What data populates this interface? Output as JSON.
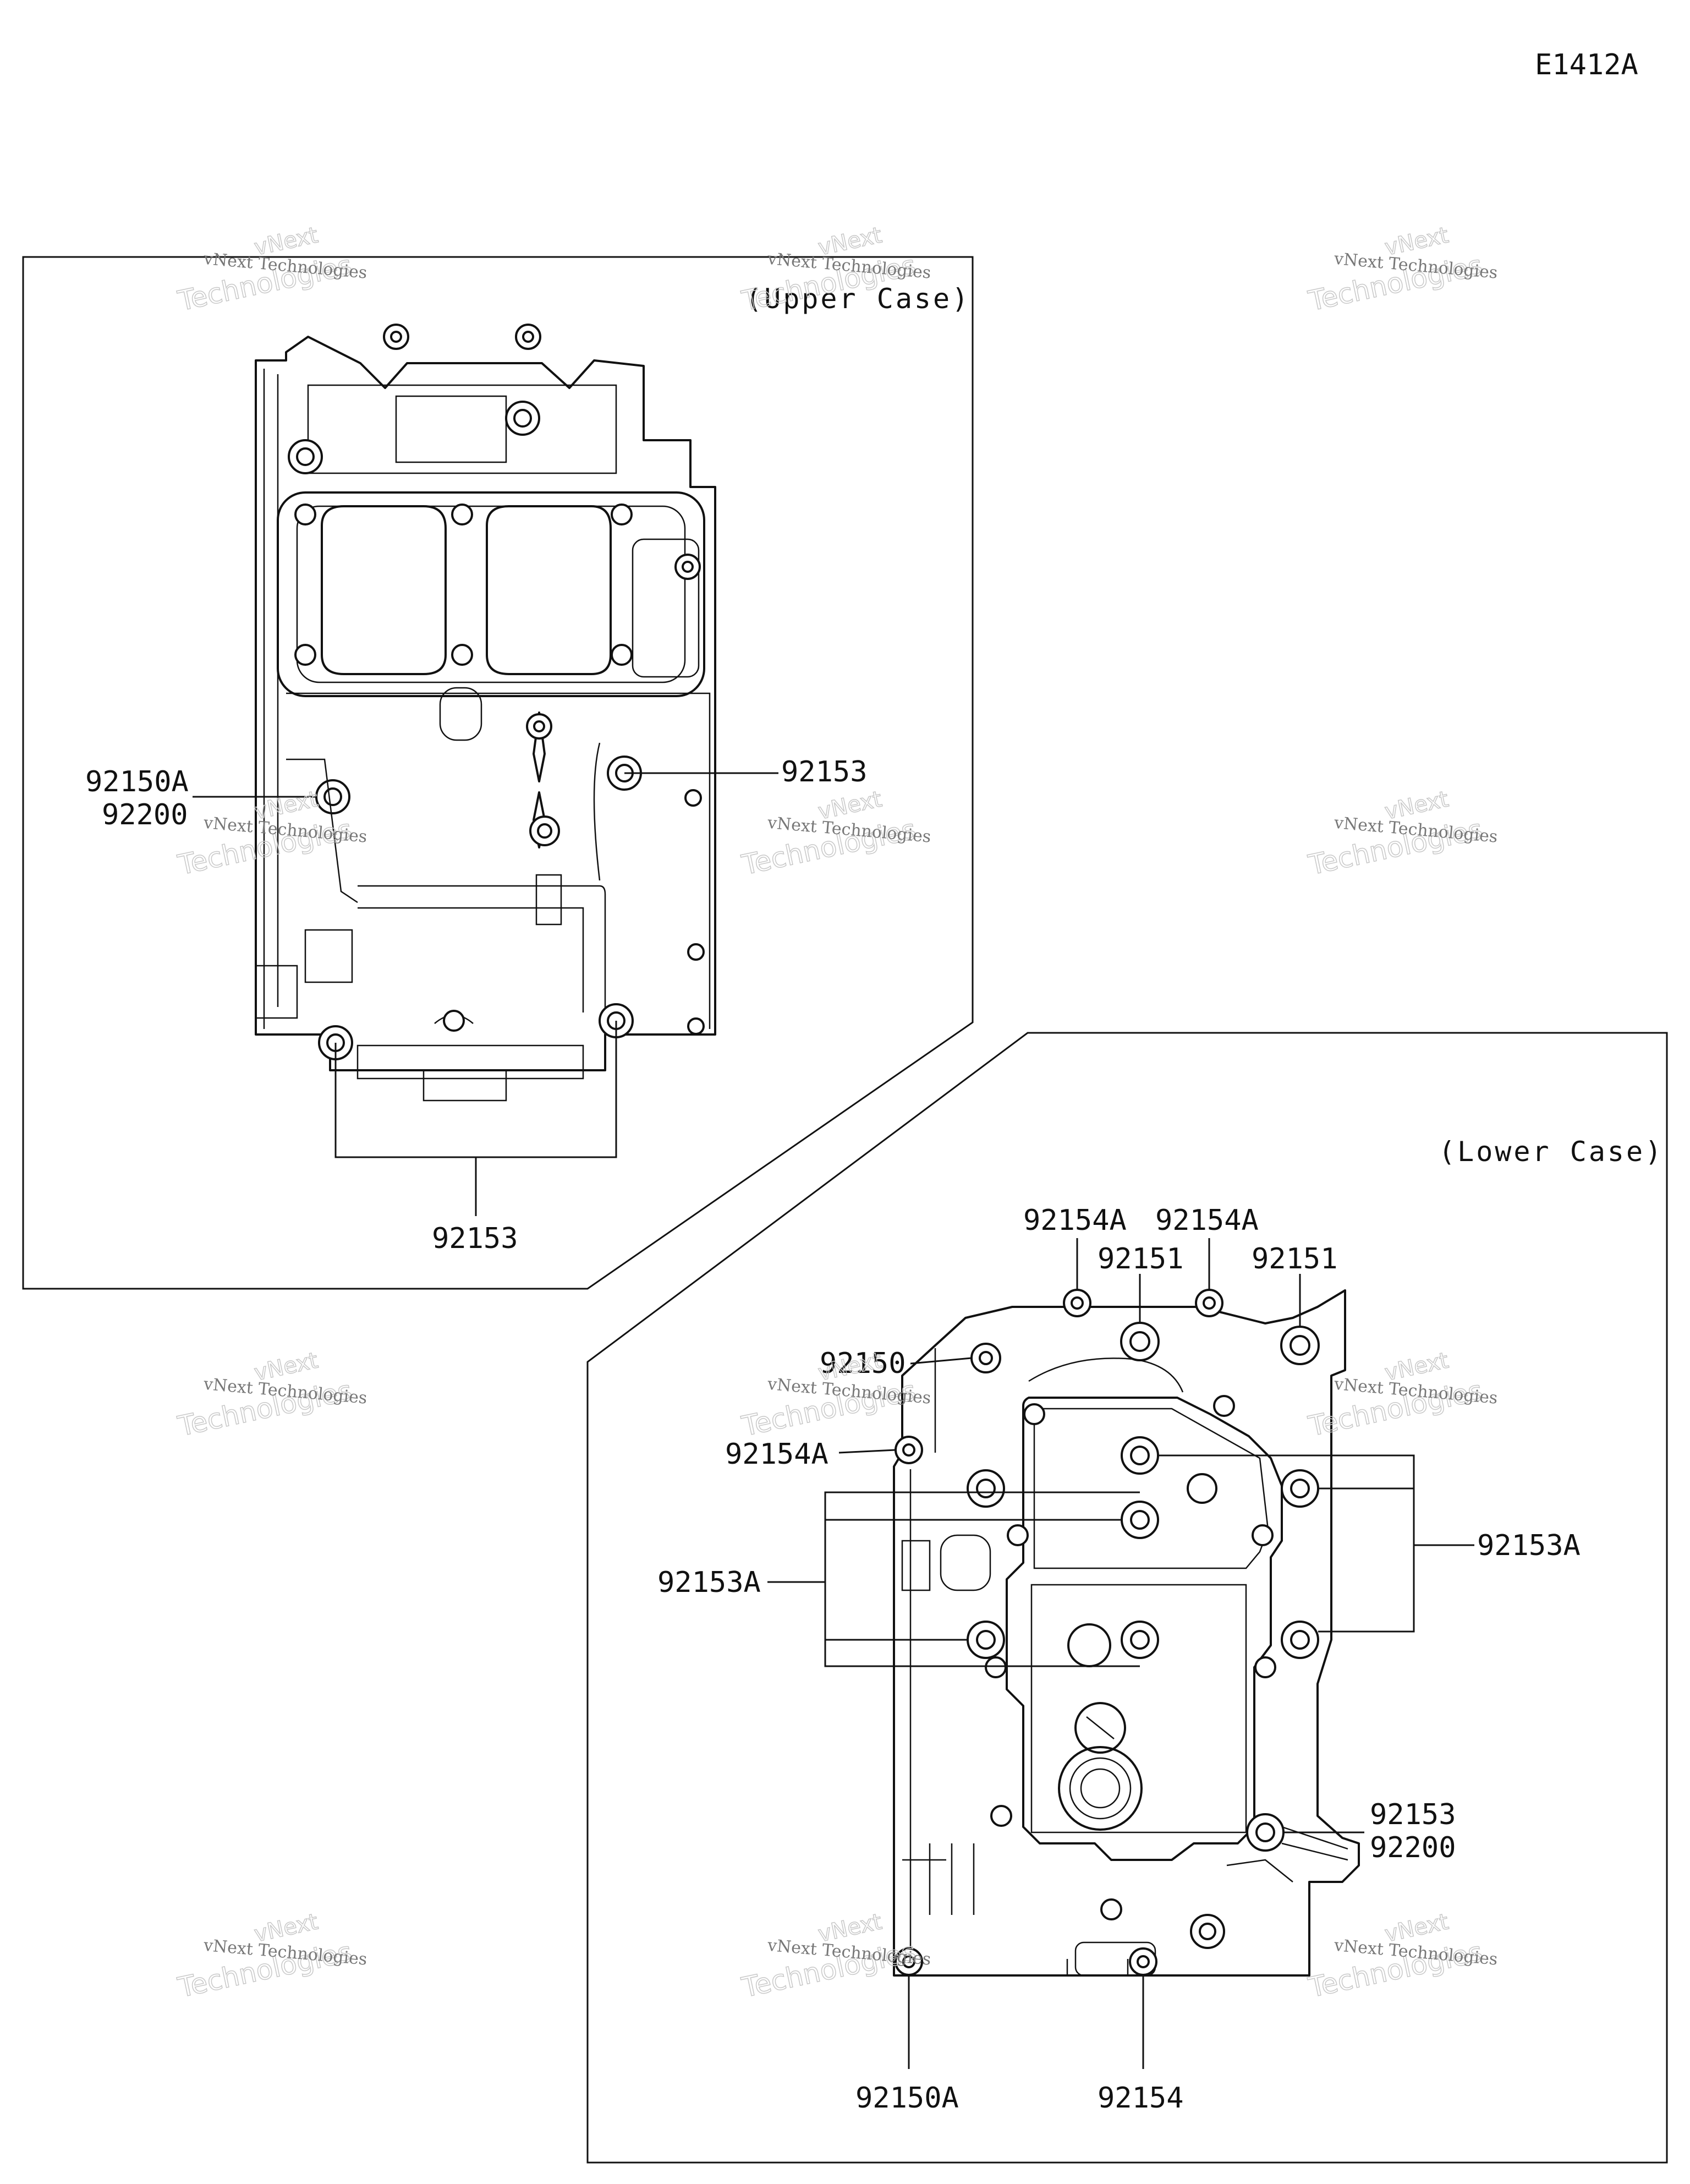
{
  "diagram_id": "E1412A",
  "upper_case": {
    "title": "(Upper Case)",
    "callouts": [
      {
        "id": "u-92150A",
        "text": "92150A"
      },
      {
        "id": "u-92200",
        "text": "92200"
      },
      {
        "id": "u-92153-right",
        "text": "92153"
      },
      {
        "id": "u-92153-bottom",
        "text": "92153"
      }
    ]
  },
  "lower_case": {
    "title": "(Lower Case)",
    "callouts": [
      {
        "id": "l-92154A-top-left",
        "text": "92154A"
      },
      {
        "id": "l-92154A-top-right",
        "text": "92154A"
      },
      {
        "id": "l-92151-left",
        "text": "92151"
      },
      {
        "id": "l-92151-right",
        "text": "92151"
      },
      {
        "id": "l-92150",
        "text": "92150"
      },
      {
        "id": "l-92154A-left",
        "text": "92154A"
      },
      {
        "id": "l-92153A-left",
        "text": "92153A"
      },
      {
        "id": "l-92153A-right",
        "text": "92153A"
      },
      {
        "id": "l-92153",
        "text": "92153"
      },
      {
        "id": "l-92200",
        "text": "92200"
      },
      {
        "id": "l-92150A",
        "text": "92150A"
      },
      {
        "id": "l-92154",
        "text": "92154"
      }
    ]
  },
  "watermark": {
    "line1": "vNext Technologies",
    "line2": "vNext",
    "line3": "Technologies"
  }
}
